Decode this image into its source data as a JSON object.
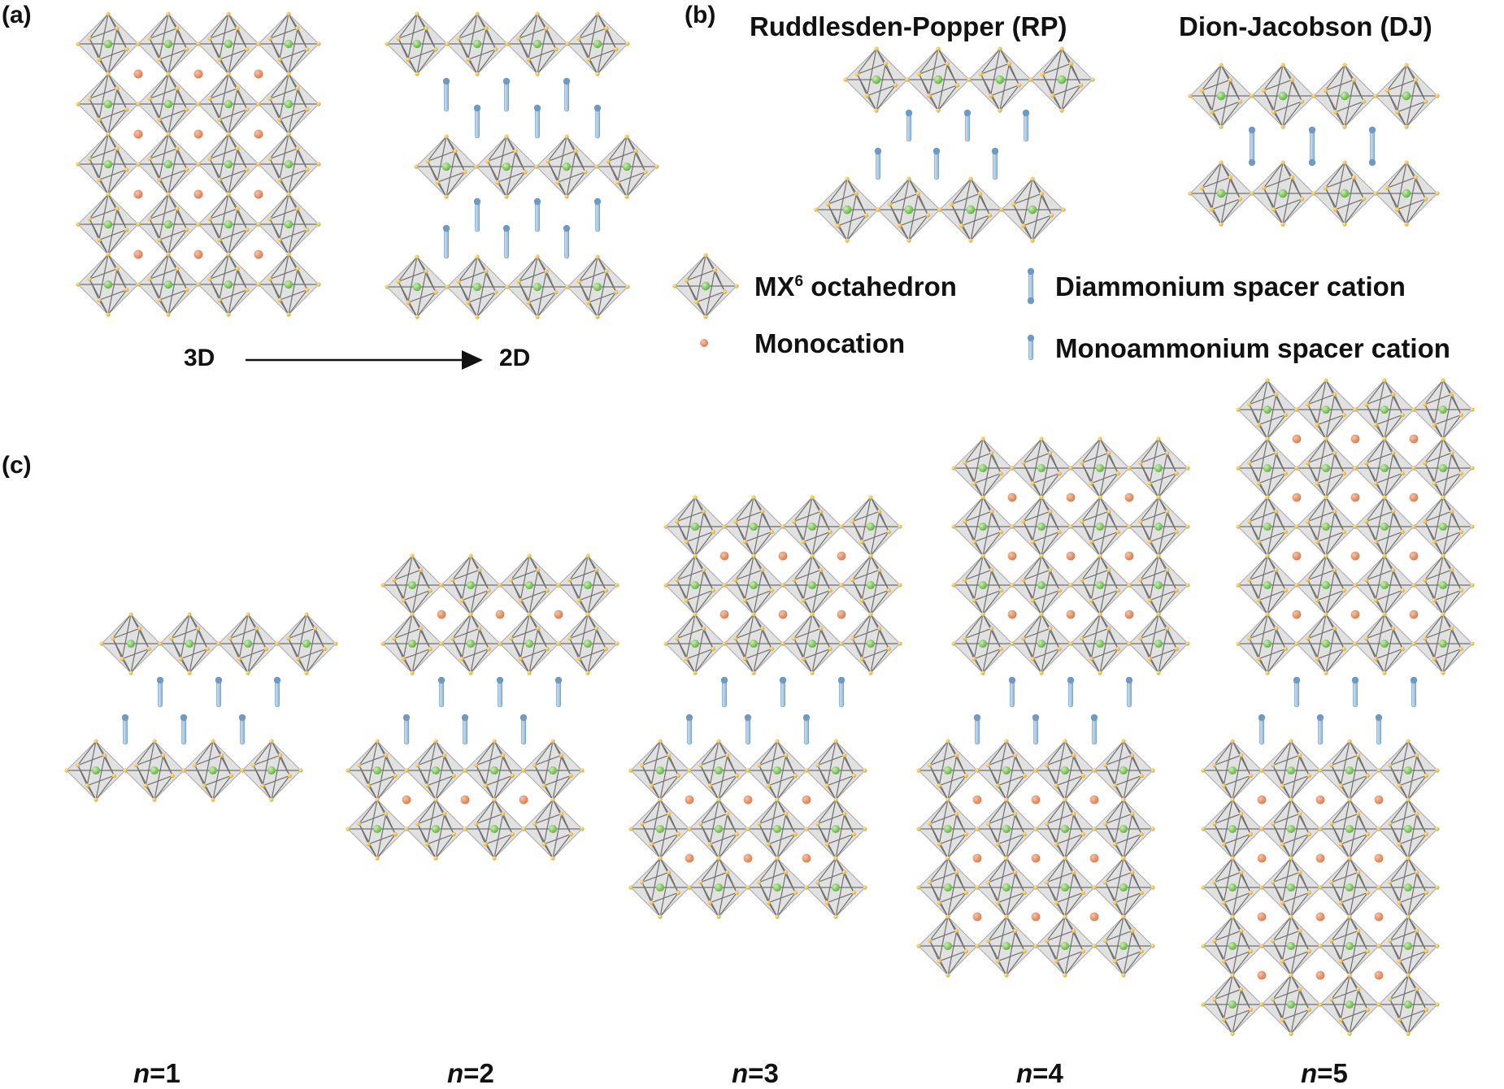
{
  "panels": {
    "a": {
      "label": "(a)",
      "from_label": "3D",
      "to_label": "2D"
    },
    "b": {
      "label": "(b)",
      "rp_title": "Ruddlesden-Popper (RP)",
      "dj_title": "Dion-Jacobson (DJ)"
    },
    "c": {
      "label": "(c)",
      "n_labels": [
        {
          "var": "n",
          "val": "=1"
        },
        {
          "var": "n",
          "val": "=2"
        },
        {
          "var": "n",
          "val": "=3"
        },
        {
          "var": "n",
          "val": "=4"
        },
        {
          "var": "n",
          "val": "=5"
        }
      ]
    }
  },
  "legend": {
    "octahedron": {
      "text_main": "MX",
      "text_sup": "6",
      "text_rest": " octahedron"
    },
    "monocation": "Monocation",
    "diammonium": "Diammonium spacer cation",
    "monoammonium": "Monoammonium spacer cation"
  },
  "colors": {
    "octahedron_fill": "#d9d9d9",
    "octahedron_edge": "#707070",
    "metal_atom": "#5cae3c",
    "halide_atom": "#d7a630",
    "monocation": "#d9784a",
    "spacer": "#8fb6d8"
  }
}
